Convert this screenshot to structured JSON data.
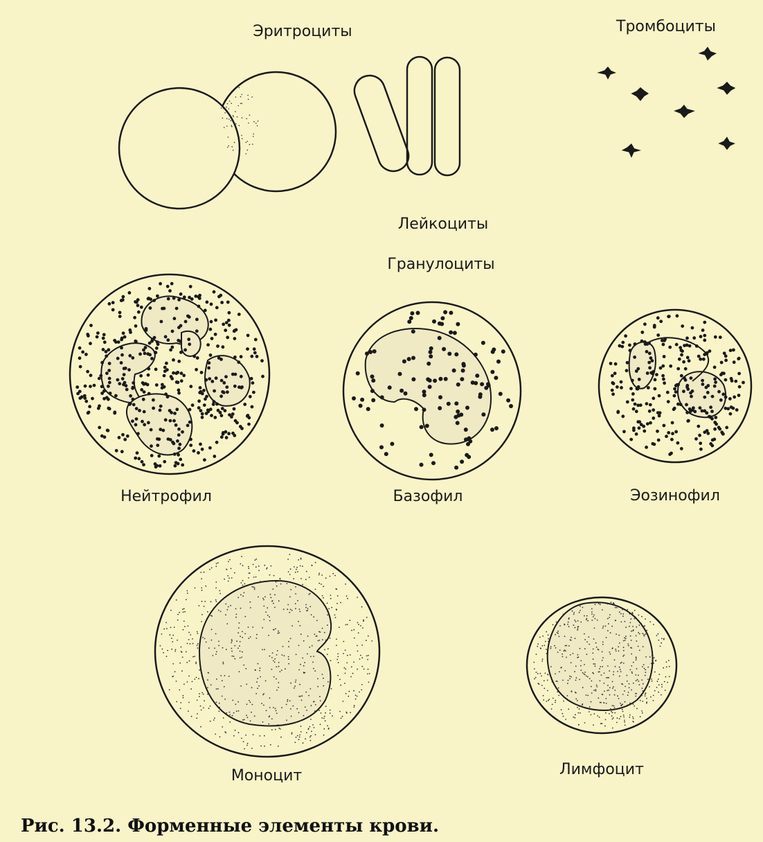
{
  "labels": {
    "erythrocytes": "Эритроциты",
    "thrombocytes": "Тромбоциты",
    "leukocytes": "Лейкоциты",
    "granulocytes": "Гранулоциты",
    "neutrophil": "Нейтрофил",
    "basophil": "Базофил",
    "eosinophil": "Эозинофил",
    "monocyte": "Моноцит",
    "lymphocyte": "Лимфоцит"
  },
  "caption": "Рис. 13.2. Форменные элементы крови.",
  "colors": {
    "background": "#f8f4c8",
    "ink": "#1a1a1a",
    "nucleus": "#efe9c4"
  }
}
